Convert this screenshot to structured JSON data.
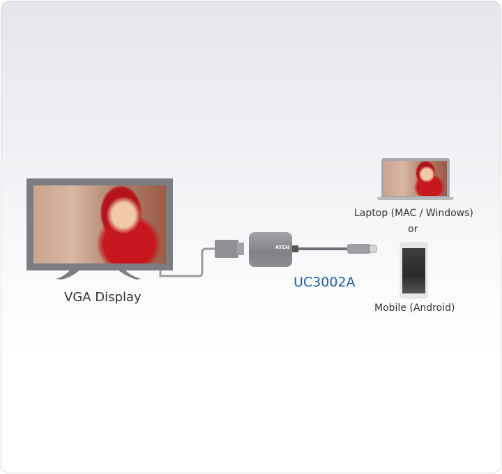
{
  "labels": {
    "vga_display": "VGA Display",
    "model": "UC3002A",
    "laptop": "Laptop (MAC / Windows)",
    "or": "or",
    "mobile": "Mobile (Android)",
    "adapter_logo": "ATEN"
  },
  "colors": {
    "model_text": "#1b5fa6",
    "device_frame": "#7d7f82",
    "adapter": "#8a8c8f"
  }
}
